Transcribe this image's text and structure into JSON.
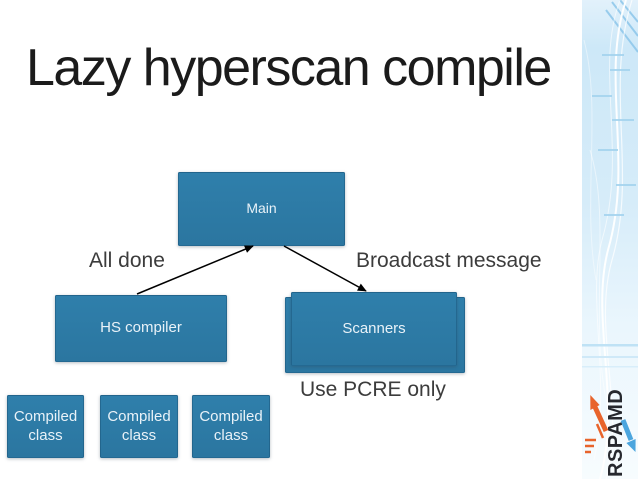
{
  "title": "Lazy hyperscan compile",
  "diagram": {
    "nodes": {
      "main": "Main",
      "hs_compiler": "HS compiler",
      "scanners": "Scanners"
    },
    "compiled_classes": [
      "Compiled class",
      "Compiled class",
      "Compiled class"
    ],
    "edge_labels": {
      "all_done": "All done",
      "broadcast": "Broadcast message"
    },
    "note": "Use PCRE only"
  },
  "logo": {
    "text": "RSPAMD"
  },
  "colors": {
    "node_fill": "#2f7fab",
    "node_fill_dark": "#2b76a0",
    "node_text": "#e9f2f8",
    "label_text": "#3c3c3c",
    "arrow": "#000000",
    "logo_text": "#26282e",
    "logo_orange": "#e8642c",
    "logo_blue": "#4ba5de"
  }
}
